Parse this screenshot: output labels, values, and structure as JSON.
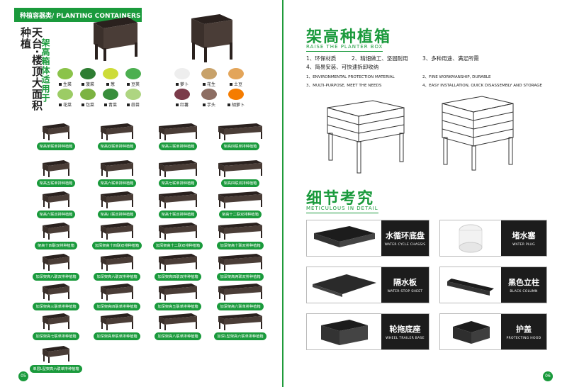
{
  "left": {
    "header_tab": "种植容器类/ PLANTING CONTAINERS",
    "vertical_title_1": "天台·楼顶大面积种植",
    "vertical_title_2": "架高箱体适用于",
    "vegetables": [
      {
        "label": "生菜",
        "color": "#8bc34a"
      },
      {
        "label": "菠菜",
        "color": "#2e7d32"
      },
      {
        "label": "葱",
        "color": "#cddc39"
      },
      {
        "label": "豆荚",
        "color": "#4caf50"
      },
      {
        "label": "花菜",
        "color": "#9ccc65"
      },
      {
        "label": "包菜",
        "color": "#7cb342"
      },
      {
        "label": "青菜",
        "color": "#388e3c"
      },
      {
        "label": "蒜苗",
        "color": "#aed581"
      }
    ],
    "roots": [
      {
        "label": "萝卜",
        "color": "#eeeeee"
      },
      {
        "label": "花生",
        "color": "#c8a26a"
      },
      {
        "label": "土豆",
        "color": "#e3a55a"
      },
      {
        "label": "红薯",
        "color": "#7b3b4a"
      },
      {
        "label": "芋头",
        "color": "#8d6e63"
      },
      {
        "label": "胡萝卜",
        "color": "#f57c00"
      }
    ],
    "products": [
      "架高单联单排种植箱",
      "架高双联单排种植箱",
      "架高三联单排种植箱",
      "架高四联单排种植箱",
      "架高五联单排种植箱",
      "架高六联单排种植箱",
      "架高七联单排种植箱",
      "架高四联双排种植箱",
      "架高六联双排种植箱",
      "架高八联双排种植箱",
      "架高十联双排种植箱",
      "架高十二联双排种植箱",
      "架高十四联双排种植箱",
      "加深架高十四联双排种植箱",
      "加深架高十二联双排种植箱",
      "加深架高十联双排种植箱",
      "加深架高八联双排种植箱",
      "加深架高六联双排种植箱",
      "加深架高四联双排种植箱",
      "加深架高两联双排种植箱",
      "加深架高三联单排种植箱",
      "加深架高四联单排种植箱",
      "加深架高五联单排种植箱",
      "加深架高六联单排种植箱",
      "加深架高七联单排种植箱",
      "加深架高单联单排种植箱",
      "加深架高八联单排种植箱",
      "加深L型架高六联单排种植箱",
      "单层L型架高六联单排种植箱"
    ],
    "page_number": "05"
  },
  "right": {
    "title_cn": "架高种植箱",
    "title_en": "RAISE THE PLANTER BOX",
    "features_cn": [
      "1、环保材质",
      "2、精细做工、坚固耐用",
      "3、多种用途、满足所需",
      "4、简易安装、可快速拆卸收纳"
    ],
    "features_en": [
      "1、ENVIRONMENTAL PROTECTION MATERIAL",
      "2、FINE WORKMANSHIP, DURABLE",
      "3、MULTI-PURPOSE, MEET THE NEEDS",
      "4、EASY INSTALLATION, QUICK DISASSEMBLY AND STORAGE"
    ],
    "detail_title_cn": "细节考究",
    "detail_title_en": "METICULOUS IN DETAIL",
    "details": [
      {
        "cn": "水循环底盘",
        "en": "WATER CYCLE CHASSIS"
      },
      {
        "cn": "堵水塞",
        "en": "WATER PLUG"
      },
      {
        "cn": "隔水板",
        "en": "WATER-STOP SHEET"
      },
      {
        "cn": "黑色立柱",
        "en": "BLACK COLUMN"
      },
      {
        "cn": "轮拖底座",
        "en": "WHEEL TRAILER BASE"
      },
      {
        "cn": "护盖",
        "en": "PROTECTING HOOD"
      }
    ],
    "page_number": "06"
  },
  "colors": {
    "accent": "#1a9a3c",
    "dark": "#1c1c1c",
    "box": "#3a2e2a"
  }
}
